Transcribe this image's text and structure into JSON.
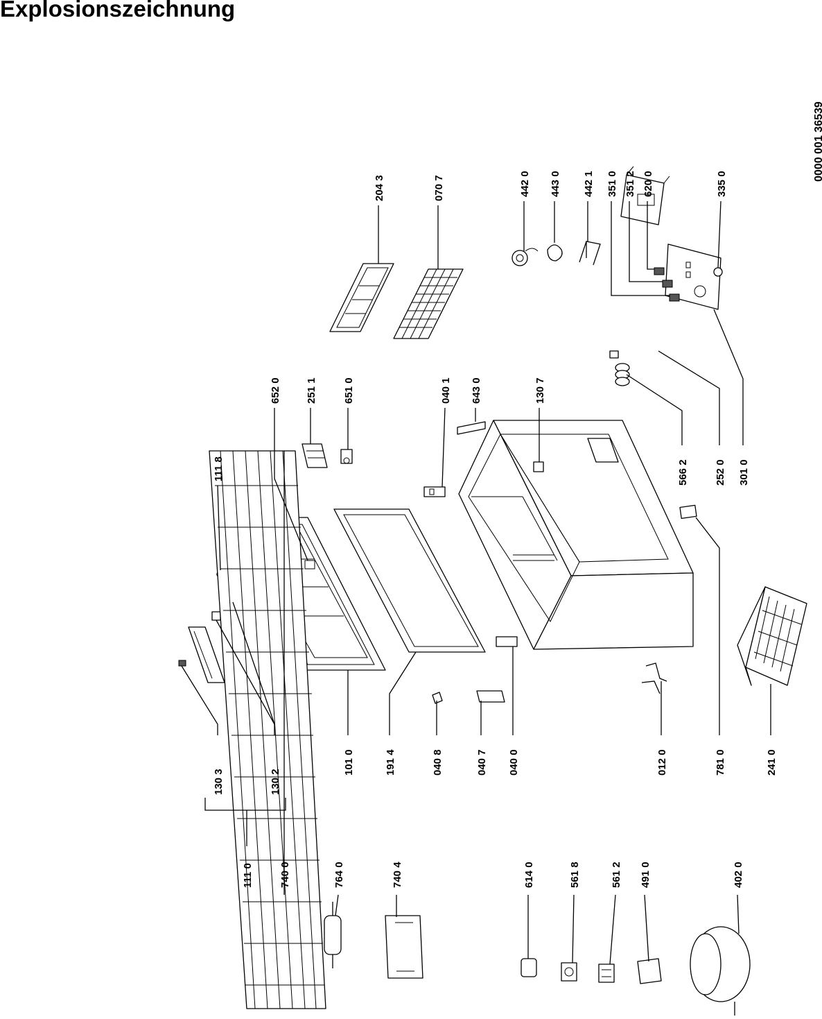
{
  "title": "Explosionszeichnung",
  "document_number": "0000 001 36539",
  "parts": {
    "p2043": "204 3",
    "p0707": "070 7",
    "p4420": "442 0",
    "p4430": "443 0",
    "p4421": "442 1",
    "p3510": "351 0",
    "p3512": "351 2",
    "p6200": "620 0",
    "p3350": "335 0",
    "p6520": "652 0",
    "p2511": "251 1",
    "p6510": "651 0",
    "p0401": "040 1",
    "p6430": "643 0",
    "p1307": "130 7",
    "p1118": "111 8",
    "p5662": "566 2",
    "p2520": "252 0",
    "p3010": "301 0",
    "p1303": "130 3",
    "p1302": "130 2",
    "p1010": "101 0",
    "p1914": "191 4",
    "p0408": "040 8",
    "p0407": "040 7",
    "p0400": "040 0",
    "p0120": "012 0",
    "p7810": "781 0",
    "p2410": "241 0",
    "p1110": "111 0",
    "p7400": "740 0",
    "p7640": "764 0",
    "p7404": "740 4",
    "p6140": "614 0",
    "p5618": "561 8",
    "p5612": "561 2",
    "p4910": "491 0",
    "p4020": "402 0"
  }
}
